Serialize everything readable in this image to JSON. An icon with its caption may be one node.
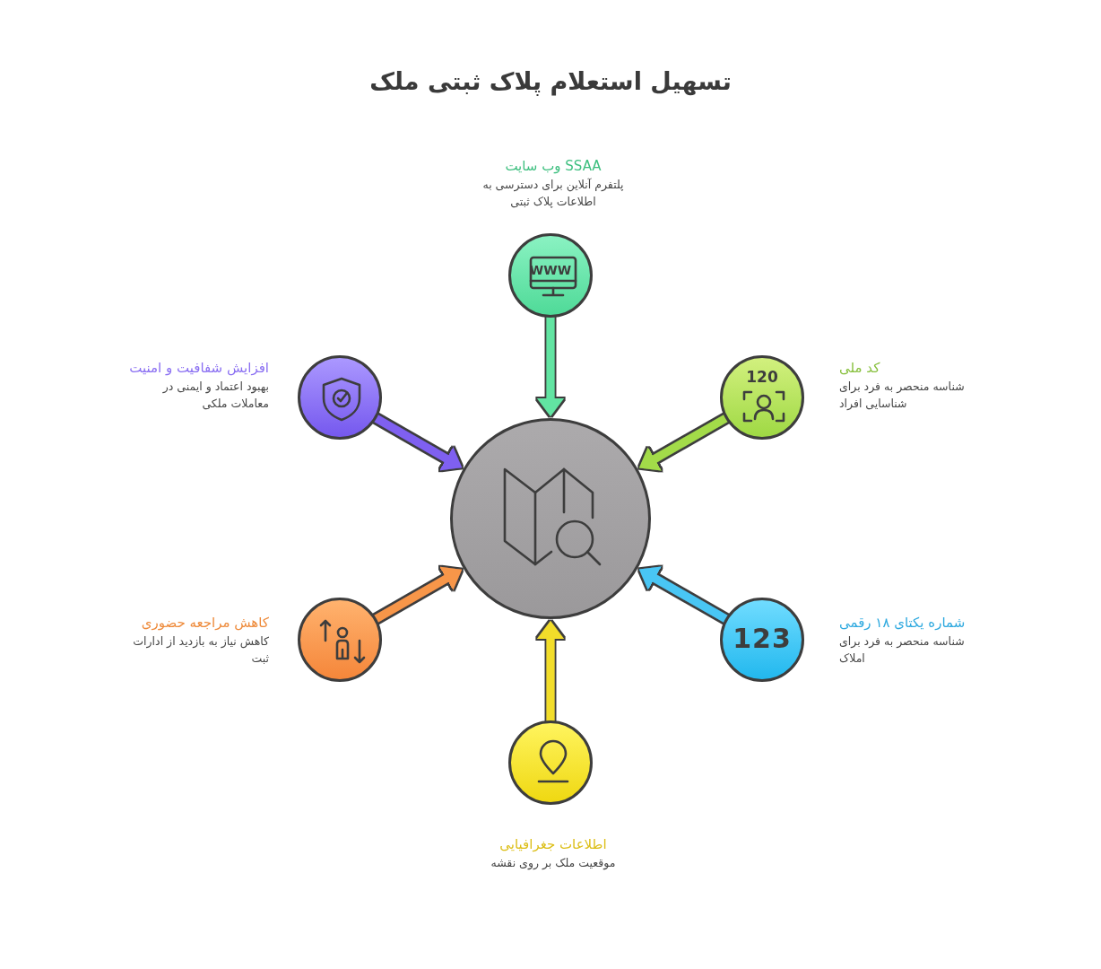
{
  "diagram": {
    "title": "تسهیل استعلام پلاک ثبتی ملک",
    "nodes": [
      {
        "text": [
          "وب سایت SSAA",
          "پلتفرم آنلاین برای دسترسی به اطلاعات پلاک ثبتی"
        ]
      },
      {
        "text": [
          "کد ملی",
          "شناسه منحصر به فرد برای شناسایی افراد"
        ]
      },
      {
        "text": [
          "افزایش شفافیت و امنیت",
          "بهبود اعتماد و ایمنی در معاملات ملکی"
        ]
      },
      {
        "text": [],
        "shape": "circle"
      },
      {
        "text": [
          "شماره یکتای ۱۸ رقمی",
          "شناسه منحصر به فرد برای املاک"
        ]
      },
      {
        "text": [
          "کاهش مراجعه حضوری",
          "کاهش نیاز به بازدید از ادارات ثبت"
        ]
      },
      {
        "text": [
          "اطلاعات جغرافیایی",
          "موقعیت ملک بر روی نقشه"
        ]
      }
    ],
    "edges": [
      {
        "from": 0,
        "to": 3,
        "arrow": "to",
        "color": "#62e4a2"
      },
      {
        "from": 1,
        "to": 3,
        "arrow": "to",
        "color": "#a3db4a"
      },
      {
        "from": 2,
        "to": 3,
        "arrow": "to",
        "color": "#7f60f0"
      },
      {
        "from": 4,
        "to": 3,
        "arrow": "to",
        "color": "#4ac6f4"
      },
      {
        "from": 5,
        "to": 3,
        "arrow": "to",
        "color": "#f7964a"
      },
      {
        "from": 6,
        "to": 3,
        "arrow": "to",
        "color": "#f2dd2a"
      }
    ],
    "labels": [
      "WWW",
      "120",
      "123"
    ]
  }
}
